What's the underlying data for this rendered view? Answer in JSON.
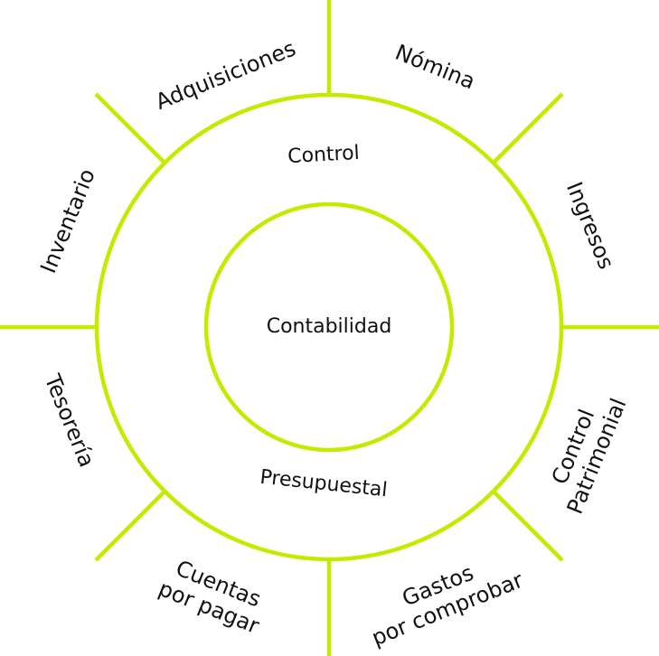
{
  "accent_color": "#c5ea00",
  "center": {
    "label": "Contabilidad"
  },
  "ring": {
    "top_label": "Control",
    "bottom_label": "Presupuestal"
  },
  "modules": {
    "adquisiciones": "Adquisiciones",
    "nomina": "Nómina",
    "ingresos": "Ingresos",
    "control_patrimonial": [
      "Control",
      "Patrimonial"
    ],
    "gastos": [
      "Gastos",
      "por comprobar"
    ],
    "cuentas": [
      "Cuentas",
      "por pagar"
    ],
    "tesoreria": "Tesorería",
    "inventario": "Inventario"
  }
}
